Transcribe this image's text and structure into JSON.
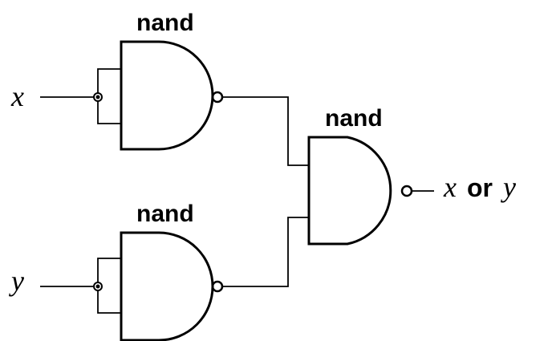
{
  "gates": {
    "top": {
      "label": "nand"
    },
    "bottom": {
      "label": "nand"
    },
    "output": {
      "label": "nand"
    }
  },
  "inputs": {
    "x": {
      "label": "x"
    },
    "y": {
      "label": "y"
    }
  },
  "output": {
    "left_var": "x",
    "operator": "or",
    "right_var": "y"
  },
  "colors": {
    "stroke": "#000000",
    "background": "#ffffff"
  }
}
